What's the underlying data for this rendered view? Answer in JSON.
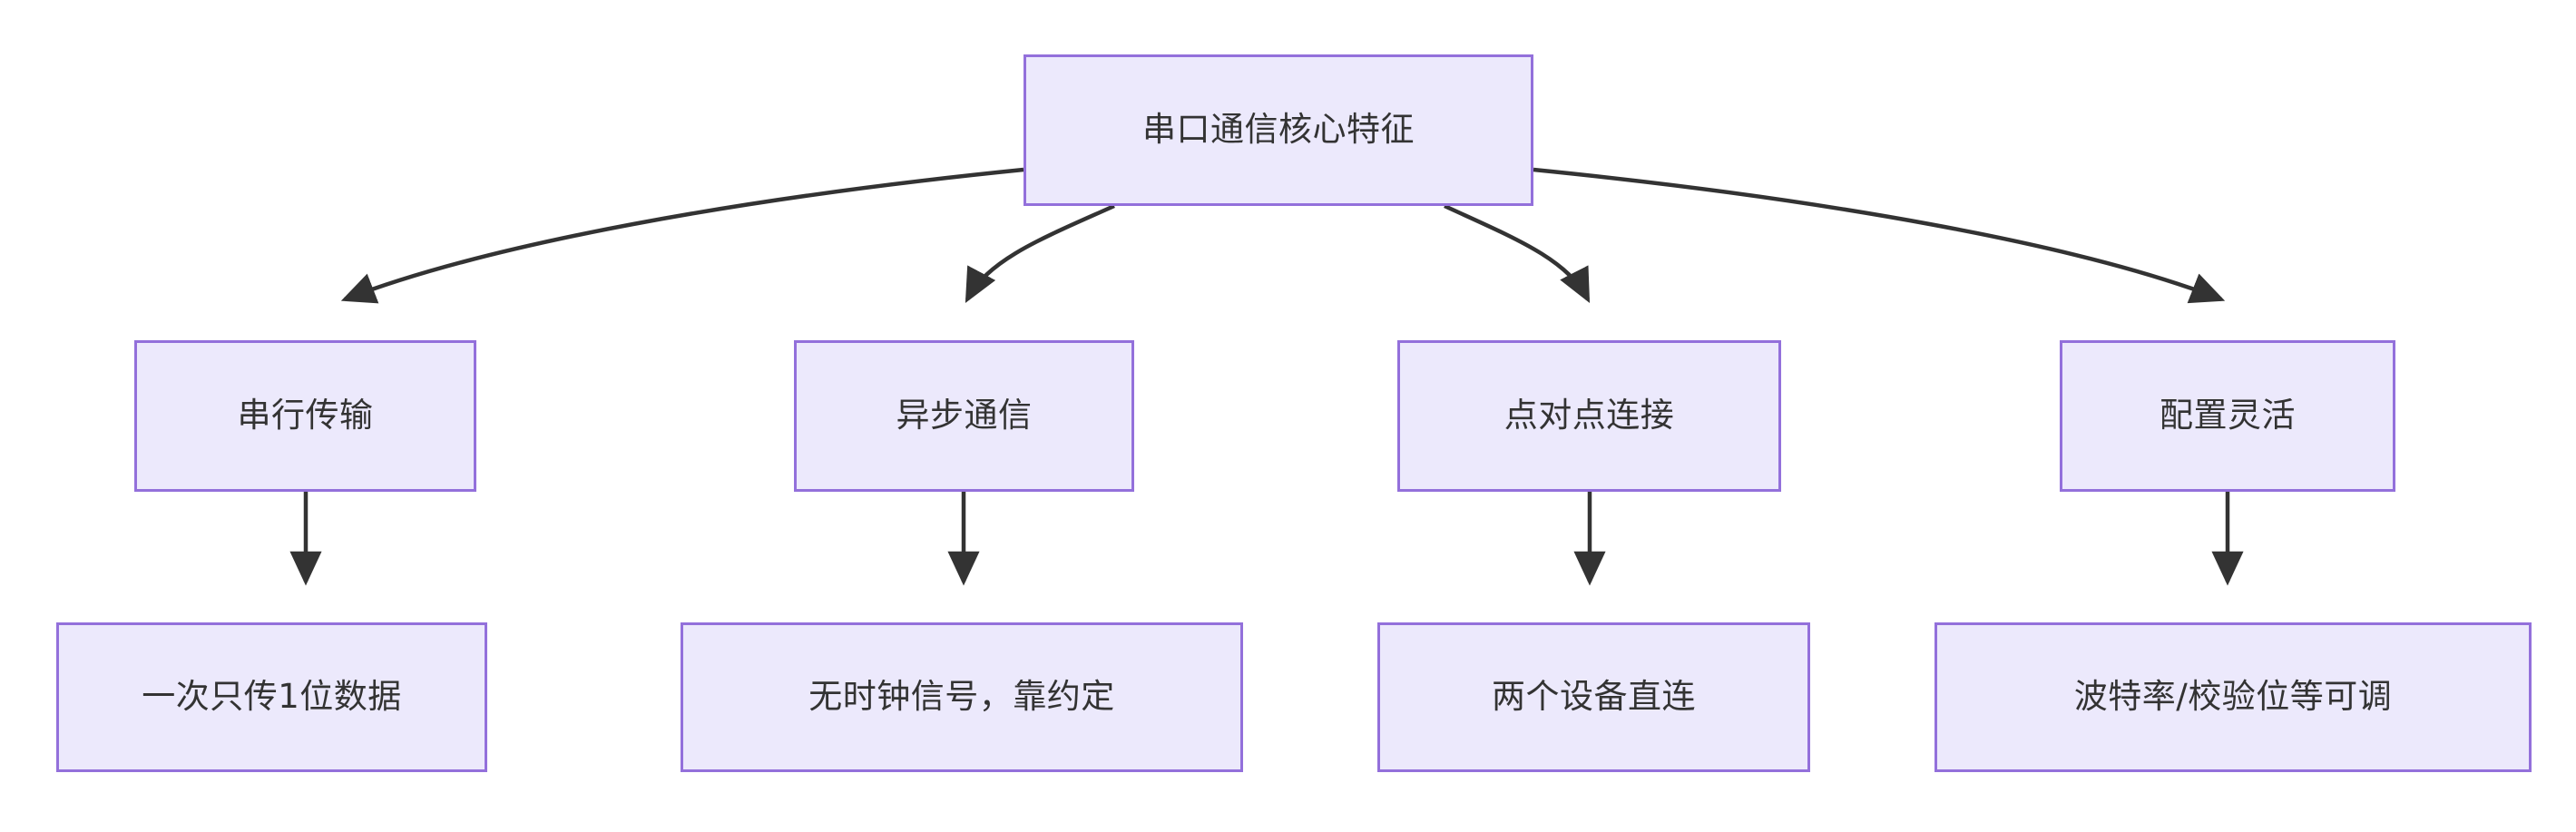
{
  "diagram": {
    "type": "flowchart",
    "direction": "top-down",
    "title_node": "串口通信核心特征",
    "colors": {
      "node_fill": "#ece9fc",
      "node_border": "#9370db",
      "node_text": "#333333",
      "edge": "#333333",
      "background": "#ffffff"
    },
    "nodes": [
      {
        "id": "root",
        "label": "串口通信核心特征",
        "level": 1
      },
      {
        "id": "l2a",
        "label": "串行传输",
        "level": 2
      },
      {
        "id": "l2b",
        "label": "异步通信",
        "level": 2
      },
      {
        "id": "l2c",
        "label": "点对点连接",
        "level": 2
      },
      {
        "id": "l2d",
        "label": "配置灵活",
        "level": 2
      },
      {
        "id": "l3a",
        "label": "一次只传1位数据",
        "level": 3
      },
      {
        "id": "l3b",
        "label": "无时钟信号，靠约定",
        "level": 3
      },
      {
        "id": "l3c",
        "label": "两个设备直连",
        "level": 3
      },
      {
        "id": "l3d",
        "label": "波特率/校验位等可调",
        "level": 3
      }
    ],
    "edges": [
      {
        "from": "root",
        "to": "l2a",
        "style": "curved",
        "arrow": "triangle"
      },
      {
        "from": "root",
        "to": "l2b",
        "style": "curved",
        "arrow": "triangle"
      },
      {
        "from": "root",
        "to": "l2c",
        "style": "curved",
        "arrow": "triangle"
      },
      {
        "from": "root",
        "to": "l2d",
        "style": "curved",
        "arrow": "triangle"
      },
      {
        "from": "l2a",
        "to": "l3a",
        "style": "straight",
        "arrow": "triangle"
      },
      {
        "from": "l2b",
        "to": "l3b",
        "style": "straight",
        "arrow": "triangle"
      },
      {
        "from": "l2c",
        "to": "l3c",
        "style": "straight",
        "arrow": "triangle"
      },
      {
        "from": "l2d",
        "to": "l3d",
        "style": "straight",
        "arrow": "triangle"
      }
    ]
  }
}
